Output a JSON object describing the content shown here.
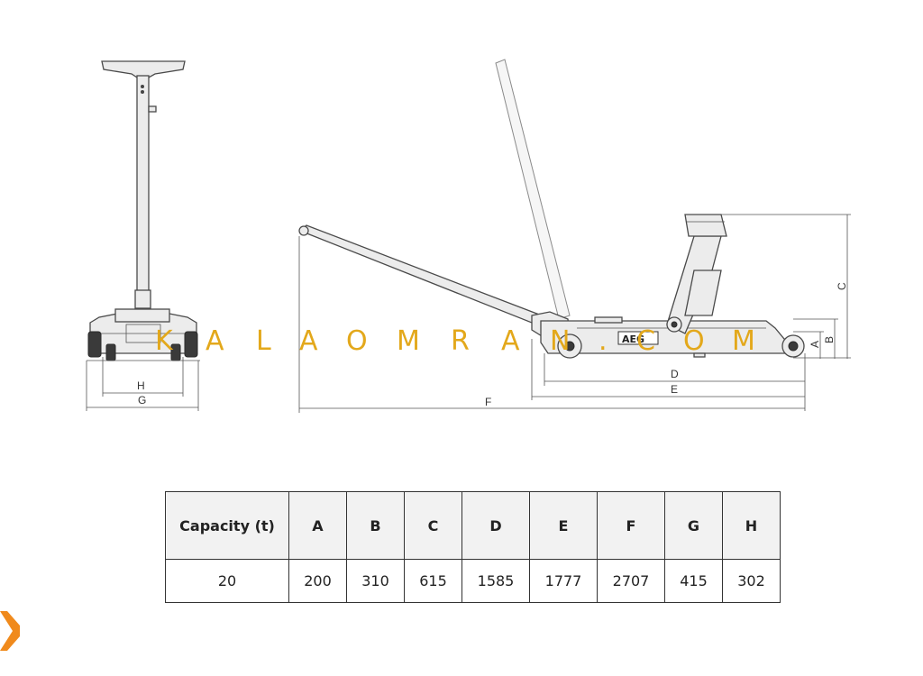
{
  "diagram": {
    "dimension_labels": {
      "A": "A",
      "B": "B",
      "C": "C",
      "D": "D",
      "E": "E",
      "F": "F",
      "G": "G",
      "H": "H"
    },
    "side_badge": "AEG",
    "watermark": [
      "K",
      "A",
      "L",
      "A",
      "O",
      "M",
      "R",
      "A",
      "N",
      ".",
      "C",
      "O",
      "M"
    ]
  },
  "table": {
    "headers": [
      "Capacity (t)",
      "A",
      "B",
      "C",
      "D",
      "E",
      "F",
      "G",
      "H"
    ],
    "rows": [
      [
        "20",
        "200",
        "310",
        "615",
        "1585",
        "1777",
        "2707",
        "415",
        "302"
      ]
    ]
  },
  "colors": {
    "watermark": "#e3a81b",
    "logo": "#f08a1c",
    "line": "#4a4a4a"
  }
}
